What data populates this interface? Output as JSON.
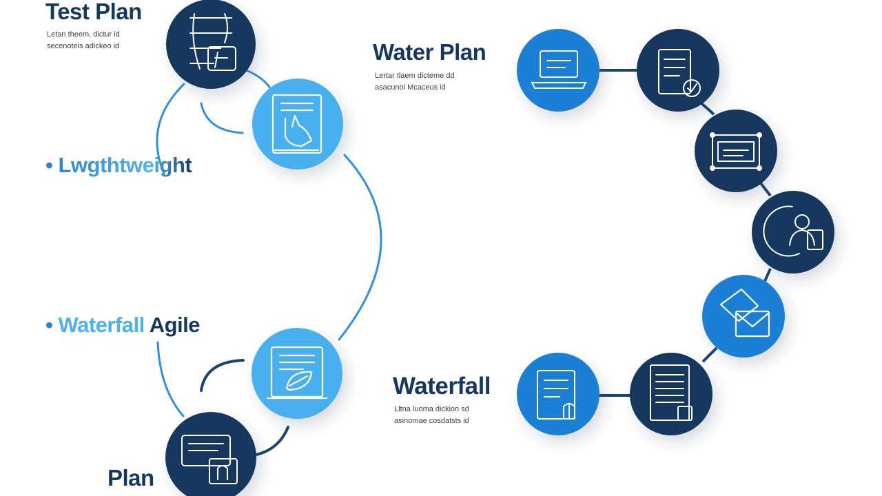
{
  "colors": {
    "navy": "#1b4470",
    "navy_ring": "#16375e",
    "blue": "#1f7fd6",
    "light_blue": "#4ab0ef",
    "icon_stroke": "#ffffff",
    "text_dark": "#16375e",
    "text_blue": "#2f7fd6",
    "connector_blue": "#2e8fe3",
    "connector_dark": "#1b4470"
  },
  "left": {
    "title": "Test Plan",
    "subtitle_lines": [
      "Letan  theem,  dictur   id",
      "secenoteis  adickeo  id"
    ],
    "label_lightweight": {
      "bullet": "•",
      "text": "Lwgthtweight"
    },
    "label_waterfall": {
      "bullet": "•",
      "text_blue": "Waterfall",
      "text_dark": " Agile"
    },
    "bottom_title": "Plan",
    "nodes": [
      {
        "icon": "blueprint-sketch-icon",
        "tone": "navy"
      },
      {
        "icon": "document-hand-icon",
        "tone": "light"
      },
      {
        "icon": "document-leaf-icon",
        "tone": "light"
      },
      {
        "icon": "monitor-hand-icon",
        "tone": "navy"
      }
    ]
  },
  "right": {
    "title_top": "Water Plan",
    "subtitle_top_lines": [
      "Lertar  tlaem  dicteme  dd",
      "asacunol  Mcaceus  id"
    ],
    "title_bottom": "Waterfall",
    "subtitle_bottom_lines": [
      "Lltna  luoma  dickion  sd",
      "asinomae  cosdatsts  id"
    ],
    "nodes": [
      {
        "icon": "laptop-icon",
        "tone": "blue"
      },
      {
        "icon": "document-check-icon",
        "tone": "navy"
      },
      {
        "icon": "frame-icon",
        "tone": "navy"
      },
      {
        "icon": "gear-person-icon",
        "tone": "navy"
      },
      {
        "icon": "envelope-icon",
        "tone": "blue"
      },
      {
        "icon": "ledger-icon",
        "tone": "navy"
      },
      {
        "icon": "report-icon",
        "tone": "blue"
      }
    ]
  }
}
